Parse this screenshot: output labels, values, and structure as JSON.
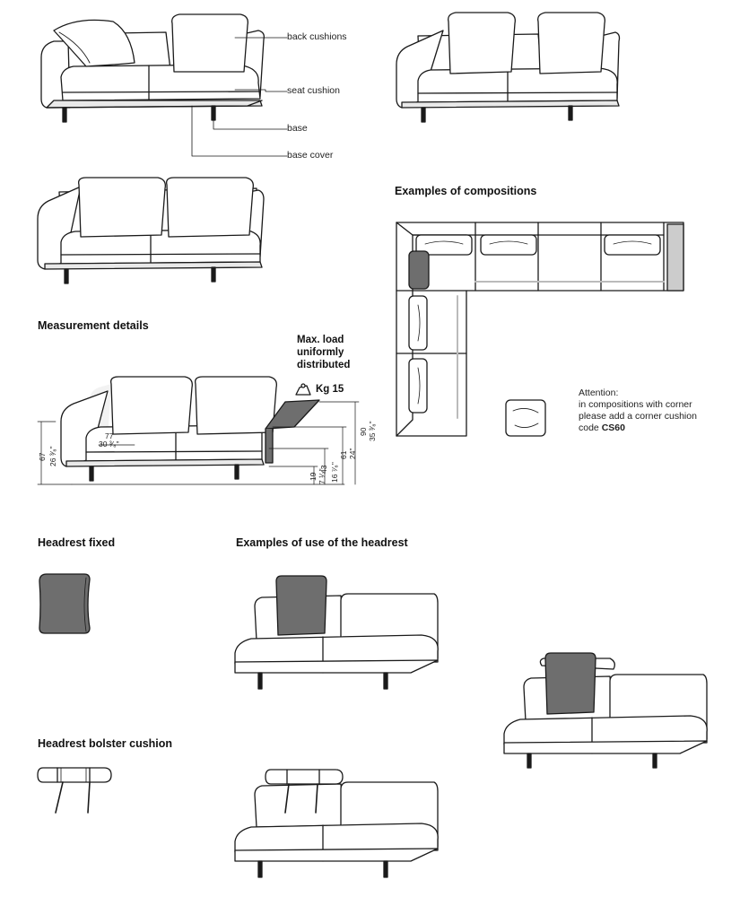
{
  "labels": {
    "back_cushions": "back cushions",
    "seat_cushion": "seat cushion",
    "base": "base",
    "base_cover": "base cover"
  },
  "sections": {
    "compositions": "Examples of compositions",
    "measurement": "Measurement details",
    "headrest_fixed": "Headrest fixed",
    "headrest_use": "Examples of use of the headrest",
    "headrest_bolster": "Headrest bolster cushion"
  },
  "max_load": {
    "line1": "Max. load",
    "line2": "uniformly",
    "line3": "distributed",
    "weight": "Kg 15"
  },
  "attention": {
    "line1": "Attention:",
    "line2": "in compositions with corner",
    "line3": "please add a corner cushion",
    "line4_prefix": "code ",
    "code": "CS60"
  },
  "dimensions": {
    "d67": "67",
    "d26": "26 ³⁄₈\"",
    "d77": "77",
    "d30": "30 ³⁄₈\"",
    "d19": "19",
    "d7": "7 ¹⁄₂\"",
    "d43": "43",
    "d16": "16 ⁷⁄₈\"",
    "d61": "61",
    "d24": "24\"",
    "d90": "90",
    "d35": "35 ³⁄₈\""
  },
  "colors": {
    "line": "#1a1a1a",
    "cushion_fill": "#ffffff",
    "headrest_fill": "#6e6e6e",
    "shadow": "#cfcfcf"
  }
}
